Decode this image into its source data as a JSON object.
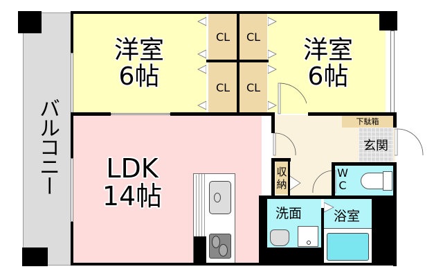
{
  "floor_plan": {
    "balcony": {
      "label": "バルコニー",
      "color": "#dcdcdc"
    },
    "bedroom_west": {
      "label_line1": "洋室",
      "label_line2": "6帖",
      "color": "#ffffc0"
    },
    "bedroom_east": {
      "label_line1": "洋室",
      "label_line2": "6帖",
      "color": "#ffffc0"
    },
    "ldk": {
      "label_line1": "LDK",
      "label_line2": "14帖",
      "color": "#ffdcdc"
    },
    "closets": [
      {
        "label": "CL"
      },
      {
        "label": "CL"
      },
      {
        "label": "CL"
      },
      {
        "label": "CL"
      }
    ],
    "hallway": {
      "color": "#faf2dc"
    },
    "shoe_cabinet": {
      "label": "下駄箱",
      "color": "#f0d9a8"
    },
    "entrance": {
      "label": "玄関"
    },
    "storage": {
      "label_line1": "収",
      "label_line2": "納"
    },
    "toilet": {
      "label_line1": "W",
      "label_line2": "C",
      "color": "#b4f5fa"
    },
    "washroom": {
      "label": "洗面",
      "color": "#b4f5fa"
    },
    "bathroom": {
      "label": "浴室",
      "color": "#b4f5fa"
    },
    "colors": {
      "wall": "#000000",
      "closet": "#f0d9a8",
      "bathtub": "#7be6f0"
    }
  }
}
